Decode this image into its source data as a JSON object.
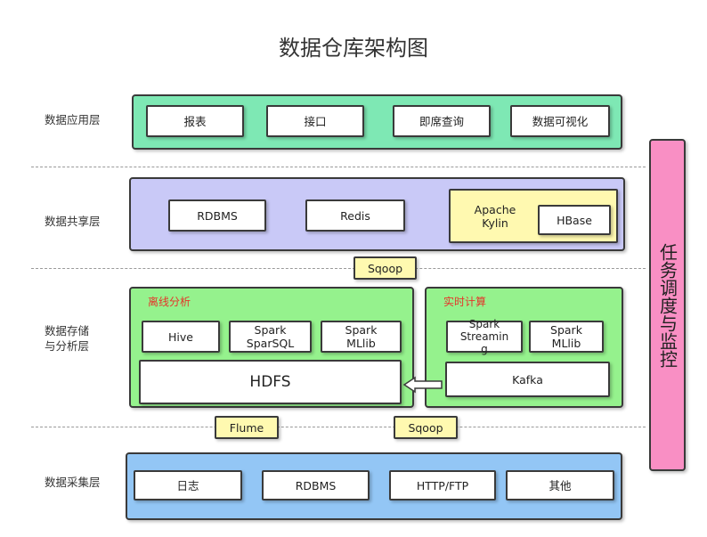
{
  "title": "数据仓库架构图",
  "layers": {
    "application": {
      "label": "数据应用层",
      "items": [
        "报表",
        "接口",
        "即席查询",
        "数据可视化"
      ]
    },
    "sharing": {
      "label": "数据共享层",
      "rdbms": "RDBMS",
      "redis": "Redis",
      "kylin": "Apache\nKylin",
      "hbase": "HBase"
    },
    "storage": {
      "label": "数据存储\n与分析层",
      "offline": {
        "title": "离线分析",
        "hive": "Hive",
        "spark_sql": "Spark\nSparSQL",
        "spark_mllib": "Spark\nMLlib",
        "hdfs": "HDFS"
      },
      "realtime": {
        "title": "实时计算",
        "spark_streaming": "Spark\nStreamin\ng",
        "spark_mllib": "Spark\nMLlib",
        "kafka": "Kafka"
      }
    },
    "collection": {
      "label": "数据采集层",
      "items": [
        "日志",
        "RDBMS",
        "HTTP/FTP",
        "其他"
      ]
    }
  },
  "connectors": {
    "sqoop_top": "Sqoop",
    "flume": "Flume",
    "sqoop_bottom": "Sqoop"
  },
  "side_panel": "任务调度与监控",
  "colors": {
    "application": "#7ee8b4",
    "sharing": "#c9c9f7",
    "analysis": "#95f28d",
    "collection": "#93c6f5",
    "connector": "#fff9b0",
    "task": "#f98fc4",
    "subtitle": "#e5352a"
  }
}
